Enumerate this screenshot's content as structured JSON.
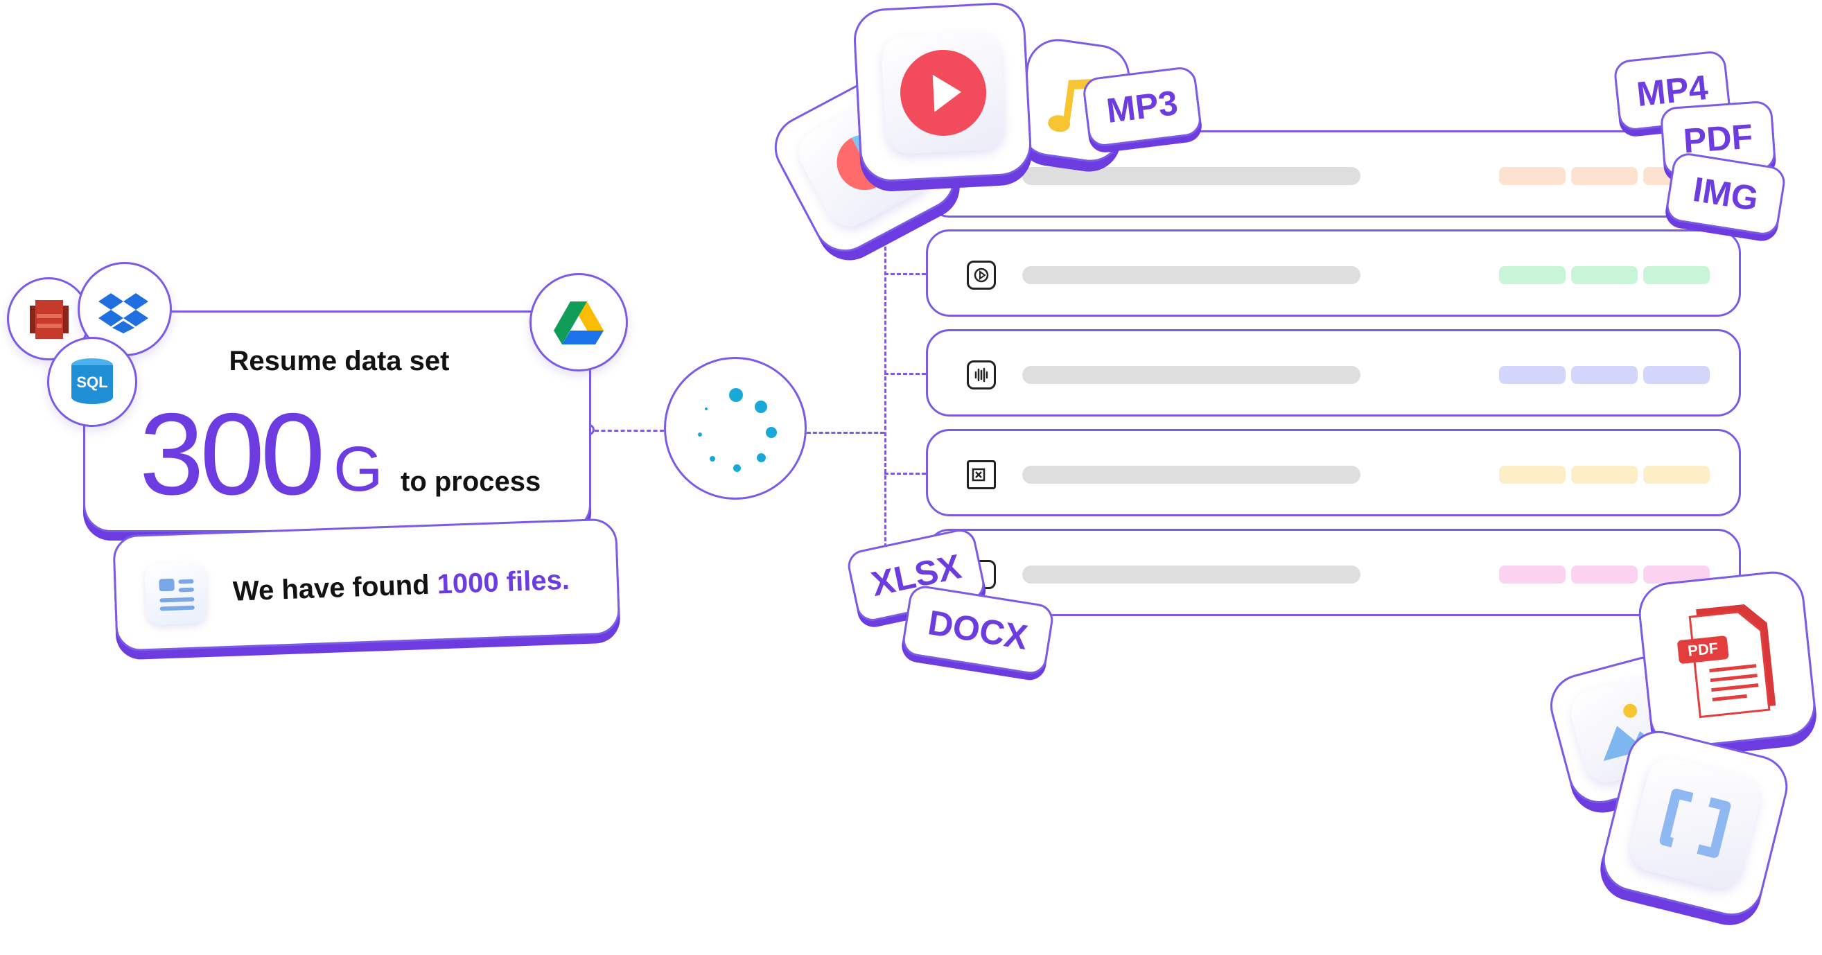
{
  "card": {
    "title": "Resume data set",
    "amount": "300",
    "unit": "G",
    "suffix": "to process"
  },
  "found": {
    "prefix": "We have found",
    "count": "1000 files."
  },
  "sources": [
    "aws-s3-icon",
    "dropbox-icon",
    "sql-database-icon",
    "google-drive-icon"
  ],
  "tags": {
    "mp3": "MP3",
    "mp4": "MP4",
    "pdf": "PDF",
    "img": "IMG",
    "xlsx": "XLSX",
    "docx": "DOCX"
  },
  "sql_label": "SQL",
  "pdf_label": "PDF",
  "rows": [
    {
      "icon": "video-file-icon",
      "color": "#fde2cf"
    },
    {
      "icon": "play-file-icon",
      "color": "#c8f5d8"
    },
    {
      "icon": "audio-wave-icon",
      "color": "#d2d6fb"
    },
    {
      "icon": "excel-file-icon",
      "color": "#fdeec8"
    },
    {
      "icon": "chat-file-icon",
      "color": "#fbd3f0"
    }
  ],
  "colors": {
    "accent": "#6c3ce0",
    "spinner": "#18a9d8"
  }
}
